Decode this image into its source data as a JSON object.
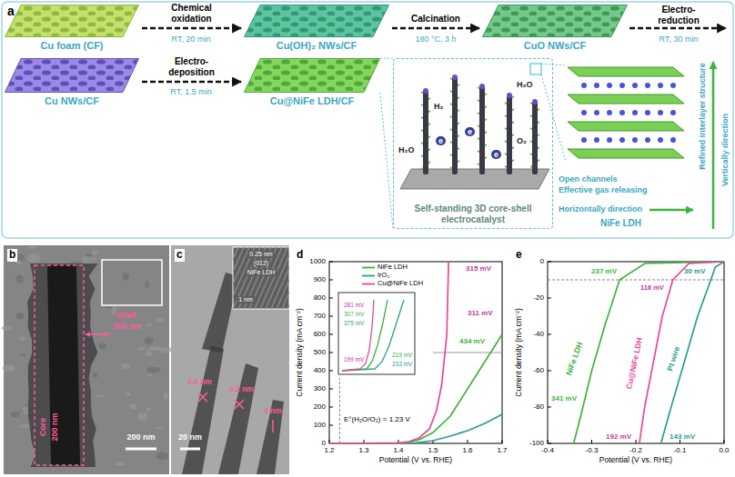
{
  "diagram": {
    "nodes": [
      {
        "text": [
          "Cu foam (CF)"
        ]
      },
      {
        "text": [
          "Cu(OH)₂ NWs/CF"
        ]
      },
      {
        "text": [
          "CuO NWs/CF"
        ]
      },
      {
        "text": [
          "Cu NWs/CF"
        ]
      },
      {
        "text": [
          "Cu@NiFe LDH/CF"
        ]
      },
      {
        "text": [
          "Self-standing 3D core-shell electrocatalyst"
        ]
      }
    ],
    "edges": [
      {
        "from": 0,
        "to": 1,
        "arrow": "to",
        "label": "Chemical oxidation"
      },
      {
        "from": 1,
        "to": 2,
        "arrow": "to",
        "label": "Calcination"
      },
      {
        "from": 3,
        "to": 4,
        "arrow": "to",
        "label": "Electro-deposition"
      }
    ],
    "labels": [
      "a",
      "RT, 20 min",
      "180 °C, 3 h",
      "Electro-reduction",
      "RT, 30 min",
      "RT, 1.5 min",
      "H₂",
      "H₂O",
      "O₂",
      "H₂O",
      "e",
      "e",
      "e",
      "Open channels",
      "Effective gas releasing",
      "Refined interlayer structure",
      "Vertically direction",
      "Horizontally direction",
      "NiFe LDH",
      "b",
      "c",
      "Shell",
      "350 nm",
      "Core",
      "200 nm",
      "200 nm",
      "3.3 nm",
      "3.2 nm",
      "4 nm",
      "20 nm",
      "0.25 nm",
      "(012)",
      "NiFe LDH",
      "1 nm",
      "d",
      "0",
      "100",
      "200",
      "300",
      "400",
      "500",
      "600",
      "700",
      "800",
      "900",
      "1000",
      "1.2",
      "1.3",
      "1.4",
      "1.5",
      "1.6",
      "1.7",
      "Current density (mA cm⁻²)",
      "Potential (V vs. RHE)",
      "315 mV",
      "311 mV",
      "434 mV",
      "E°(H₂O/O₂) = 1.23 V",
      "281 mV",
      "307 mV",
      "375 mV",
      "199 mV",
      "219 mV",
      "233 mV",
      "e",
      "0",
      "-20",
      "-40",
      "-60",
      "-80",
      "-100",
      "-0.4",
      "-0.3",
      "-0.2",
      "-0.1",
      "0.0",
      "Current density (mA cm⁻²)",
      "Potential (V vs. RHE)",
      "237 mV",
      "341 mV",
      "116 mV",
      "192 mV",
      "30 mV",
      "143 mV",
      "NiFe LDH",
      "Cu@NiFe LDH",
      "Pt wire"
    ],
    "legend": [
      {
        "text": "NiFe LDH"
      },
      {
        "text": "IrO₂"
      },
      {
        "text": "Cu@NiFe LDH"
      }
    ]
  }
}
